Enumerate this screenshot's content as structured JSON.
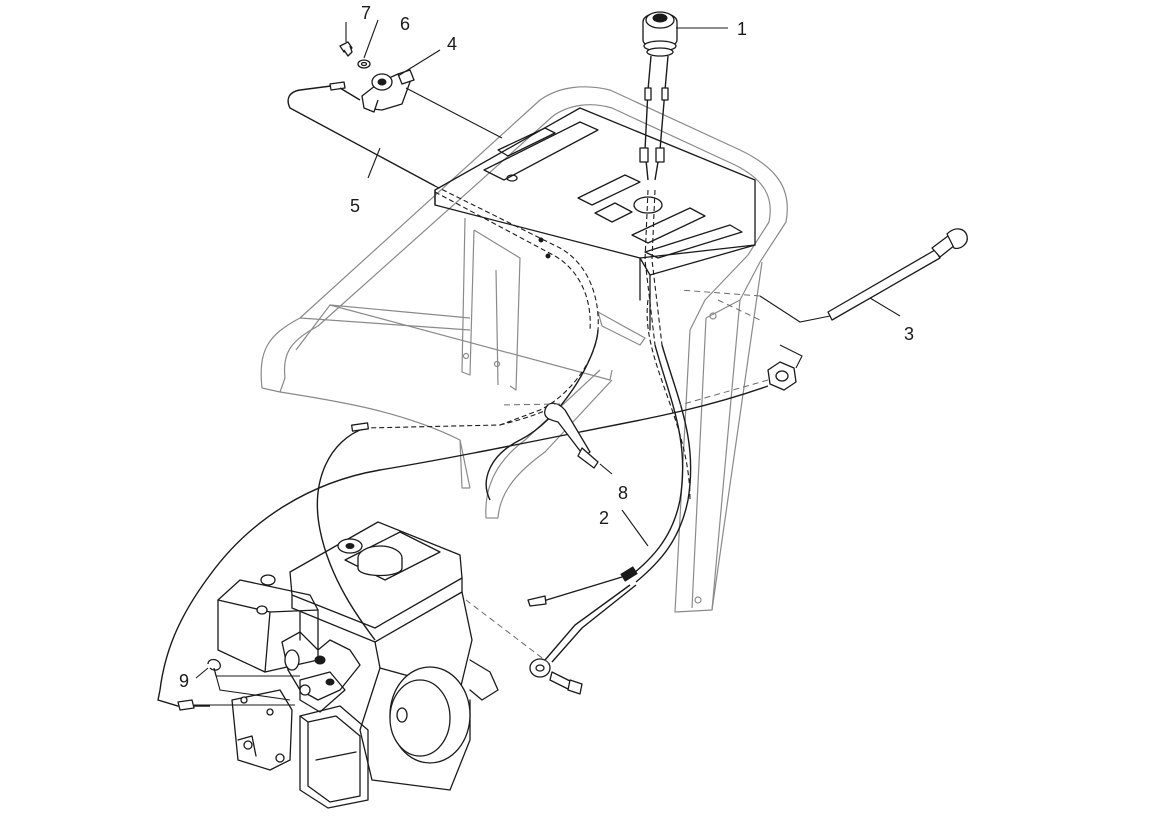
{
  "callouts": {
    "c1": "1",
    "c2": "2",
    "c3": "3",
    "c4": "4",
    "c5": "5",
    "c6": "6",
    "c7": "7",
    "c8": "8",
    "c9": "9"
  },
  "colors": {
    "line": "#1a1a1a",
    "frame": "#8a8a8a",
    "background": "#ffffff"
  }
}
